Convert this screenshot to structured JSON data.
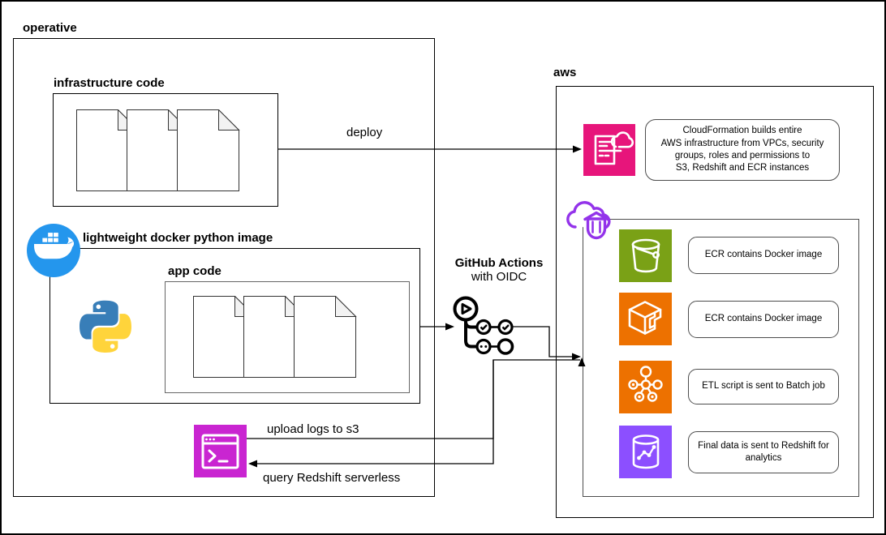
{
  "operative": {
    "label": "operative",
    "infrastructure": {
      "label": "infrastructure code"
    },
    "docker_image": {
      "label": "lightweight docker python image",
      "app_code_label": "app code"
    }
  },
  "connections": {
    "deploy_label": "deploy",
    "upload_label": "upload logs to s3",
    "query_label": "query Redshift serverless"
  },
  "github": {
    "title": "GitHub Actions",
    "subtitle": "with OIDC"
  },
  "aws": {
    "label": "aws",
    "cloudformation_note": "CloudFormation builds entire\nAWS infrastructure from VPCs, security\ngroups, roles and permissions to\nS3, Redshift and ECR instances",
    "rows": [
      {
        "icon": "s3-bucket-icon",
        "color": "#7AA116",
        "text": "ECR contains Docker image"
      },
      {
        "icon": "ecr-image-icon",
        "color": "#ED7100",
        "text": "ECR contains Docker image"
      },
      {
        "icon": "etl-workflow-icon",
        "color": "#ED7100",
        "text": "ETL script is sent to Batch job"
      },
      {
        "icon": "redshift-database-icon",
        "color": "#8C4FFF",
        "text": "Final data is sent to Redshift for analytics"
      }
    ]
  },
  "icon_colors": {
    "docker_blue": "#2496ED",
    "cloudformation_pink": "#E7157B",
    "cloudshell_magenta": "#C925D1",
    "security_purple": "#9333EA",
    "python_blue": "#387EB8",
    "python_yellow": "#FFD43B"
  }
}
